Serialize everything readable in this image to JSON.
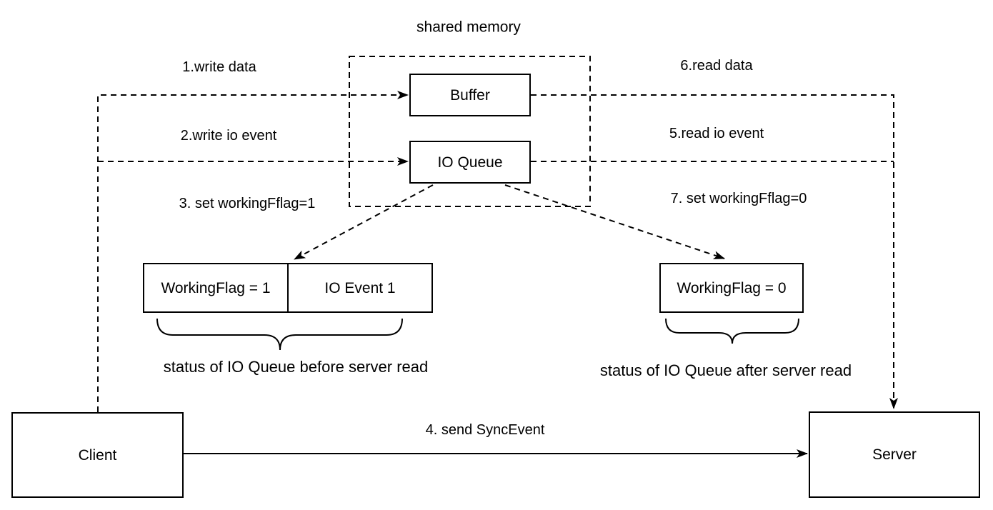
{
  "diagram": {
    "title": "shared memory",
    "nodes": {
      "buffer": "Buffer",
      "io_queue": "IO Queue",
      "working_flag_1": "WorkingFlag = 1",
      "io_event_1": "IO Event 1",
      "working_flag_0": "WorkingFlag = 0",
      "client": "Client",
      "server": "Server"
    },
    "steps": {
      "s1": "1.write data",
      "s2": "2.write io event",
      "s3": "3. set workingFflag=1",
      "s4": "4. send SyncEvent",
      "s5": "5.read io event",
      "s6": "6.read data",
      "s7": "7. set workingFflag=0"
    },
    "captions": {
      "before_read": "status of IO Queue before server read",
      "after_read": "status of IO Queue after server read"
    },
    "colors": {
      "stroke": "#000000",
      "fill": "#ffffff",
      "text": "#000000"
    }
  }
}
